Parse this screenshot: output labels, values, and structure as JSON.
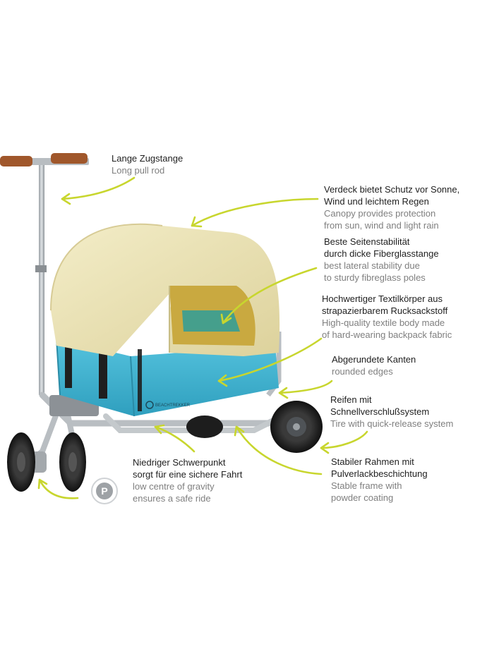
{
  "brand": {
    "wagon_logo_text": "BEACHTREKKER",
    "parking_badge": "P",
    "accent_color": "#c8d62e",
    "fabric_color": "#43b7d4",
    "canopy_color": "#ece3b3"
  },
  "labels": {
    "pull_rod": {
      "de_1": "Lange Zugstange",
      "en_1": "Long pull rod"
    },
    "canopy": {
      "de_1": "Verdeck bietet Schutz vor Sonne,",
      "de_2": "Wind und leichtem Regen",
      "en_1": "Canopy provides protection",
      "en_2": "from sun, wind and light rain"
    },
    "stability": {
      "de_1": "Beste Seitenstabilität",
      "de_2": "durch dicke Fiberglasstange",
      "en_1": "best lateral stability due",
      "en_2": "to sturdy fibreglass poles"
    },
    "textile": {
      "de_1": "Hochwertiger Textilkörper aus",
      "de_2": "strapazierbarem Rucksackstoff",
      "en_1": "High-quality textile body made",
      "en_2": "of hard-wearing backpack fabric"
    },
    "edges": {
      "de_1": "Abgerundete Kanten",
      "en_1": "rounded edges"
    },
    "tires": {
      "de_1": "Reifen mit",
      "de_2": "Schnellverschlußsystem",
      "en_1": "Tire with quick-release system"
    },
    "frame": {
      "de_1": "Stabiler Rahmen mit",
      "de_2": "Pulverlackbeschichtung",
      "en_1": "Stable frame with",
      "en_2": "powder coating"
    },
    "gravity": {
      "de_1": "Niedriger Schwerpunkt",
      "de_2": "sorgt für eine sichere Fahrt",
      "en_1": "low centre of gravity",
      "en_2": "ensures a safe ride"
    }
  }
}
